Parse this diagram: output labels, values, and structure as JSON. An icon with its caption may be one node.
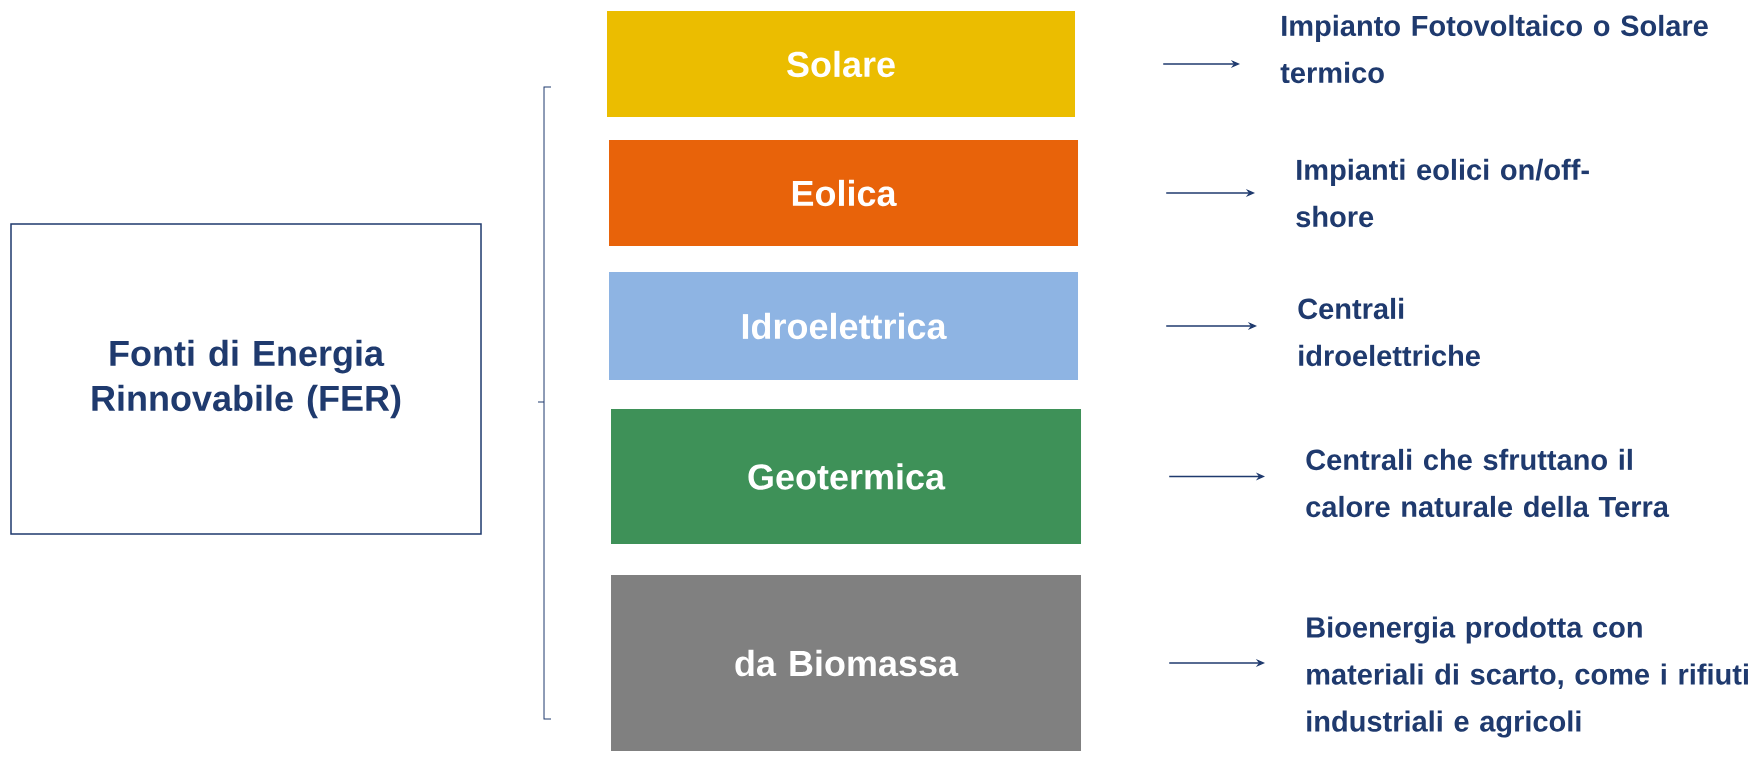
{
  "diagram": {
    "nodes": [
      {
        "text": [
          "Fonti di Energia Rinnovabile (FER)"
        ]
      },
      {
        "text": [
          "Solare"
        ]
      },
      {
        "text": [
          "Eolica"
        ]
      },
      {
        "text": [
          "Idroelettrica"
        ]
      },
      {
        "text": [
          "Geotermica"
        ]
      },
      {
        "text": [
          "da Biomassa"
        ]
      },
      {
        "text": [
          "Impianto Fotovoltaico o Solare termico"
        ]
      },
      {
        "text": [
          "Impianti eolici on/off-shore"
        ]
      },
      {
        "text": [
          "Centrali idroelettriche"
        ]
      },
      {
        "text": [
          "Centrali che sfruttano il calore naturale della Terra"
        ]
      },
      {
        "text": [
          "Bioenergia prodotta con materiali di scarto, come i rifiuti industriali e agricoli"
        ]
      }
    ],
    "edges": [
      {
        "from": 1,
        "to": 6,
        "arrow": "to"
      },
      {
        "from": 2,
        "to": 7,
        "arrow": "to"
      },
      {
        "from": 3,
        "to": 8,
        "arrow": "to"
      },
      {
        "from": 4,
        "to": 9,
        "arrow": "to"
      },
      {
        "from": 5,
        "to": 10,
        "arrow": "to"
      }
    ]
  }
}
